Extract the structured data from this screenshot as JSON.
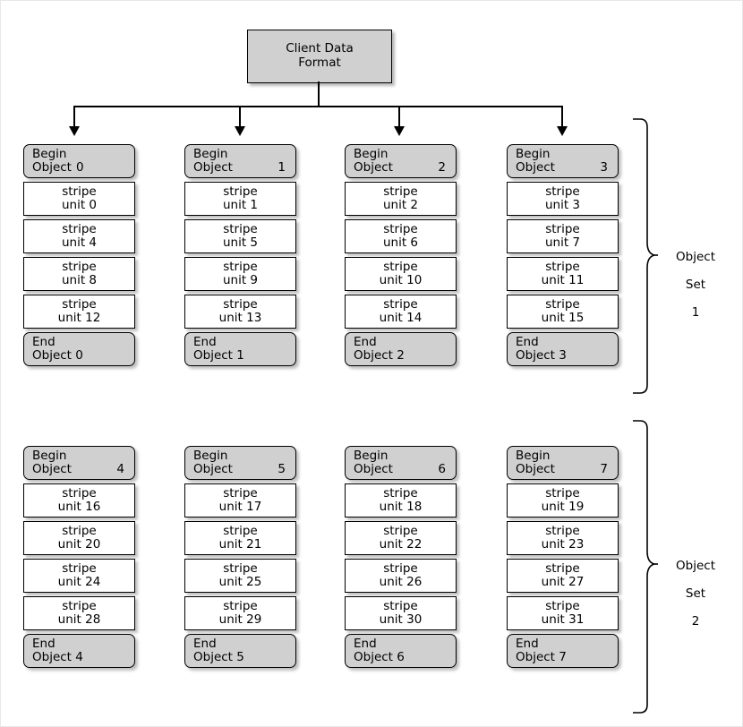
{
  "diagram": {
    "title": "Client Data Format",
    "root": {
      "line1": "Client Data",
      "line2": "Format"
    },
    "sets": [
      {
        "label": "Object\nSet\n1",
        "label_lines": [
          "Object",
          "Set",
          "1"
        ],
        "columns": [
          {
            "header": {
              "line1": "Begin",
              "word": "Object",
              "num": "0",
              "tight": true
            },
            "cells": [
              {
                "line1": "stripe",
                "line2": "unit 0"
              },
              {
                "line1": "stripe",
                "line2": "unit 4"
              },
              {
                "line1": "stripe",
                "line2": "unit 8"
              },
              {
                "line1": "stripe",
                "line2": "unit 12"
              }
            ],
            "footer": {
              "line1": "End",
              "line2": "Object 0"
            }
          },
          {
            "header": {
              "line1": "Begin",
              "word": "Object",
              "num": "1",
              "tight": false
            },
            "cells": [
              {
                "line1": "stripe",
                "line2": "unit 1"
              },
              {
                "line1": "stripe",
                "line2": "unit 5"
              },
              {
                "line1": "stripe",
                "line2": "unit 9"
              },
              {
                "line1": "stripe",
                "line2": "unit 13"
              }
            ],
            "footer": {
              "line1": "End",
              "line2": "Object 1"
            }
          },
          {
            "header": {
              "line1": "Begin",
              "word": "Object",
              "num": "2",
              "tight": false
            },
            "cells": [
              {
                "line1": "stripe",
                "line2": "unit 2"
              },
              {
                "line1": "stripe",
                "line2": "unit 6"
              },
              {
                "line1": "stripe",
                "line2": "unit 10"
              },
              {
                "line1": "stripe",
                "line2": "unit 14"
              }
            ],
            "footer": {
              "line1": "End",
              "line2": "Object 2"
            }
          },
          {
            "header": {
              "line1": "Begin",
              "word": "Object",
              "num": "3",
              "tight": false
            },
            "cells": [
              {
                "line1": "stripe",
                "line2": "unit 3"
              },
              {
                "line1": "stripe",
                "line2": "unit 7"
              },
              {
                "line1": "stripe",
                "line2": "unit 11"
              },
              {
                "line1": "stripe",
                "line2": "unit 15"
              }
            ],
            "footer": {
              "line1": "End",
              "line2": "Object 3"
            }
          }
        ]
      },
      {
        "label": "Object\nSet\n2",
        "label_lines": [
          "Object",
          "Set",
          "2"
        ],
        "columns": [
          {
            "header": {
              "line1": "Begin",
              "word": "Object",
              "num": "4",
              "tight": false
            },
            "cells": [
              {
                "line1": "stripe",
                "line2": "unit 16"
              },
              {
                "line1": "stripe",
                "line2": "unit 20"
              },
              {
                "line1": "stripe",
                "line2": "unit 24"
              },
              {
                "line1": "stripe",
                "line2": "unit 28"
              }
            ],
            "footer": {
              "line1": "End",
              "line2": "Object 4"
            }
          },
          {
            "header": {
              "line1": "Begin",
              "word": "Object",
              "num": "5",
              "tight": false
            },
            "cells": [
              {
                "line1": "stripe",
                "line2": "unit 17"
              },
              {
                "line1": "stripe",
                "line2": "unit 21"
              },
              {
                "line1": "stripe",
                "line2": "unit 25"
              },
              {
                "line1": "stripe",
                "line2": "unit 29"
              }
            ],
            "footer": {
              "line1": "End",
              "line2": "Object 5"
            }
          },
          {
            "header": {
              "line1": "Begin",
              "word": "Object",
              "num": "6",
              "tight": false
            },
            "cells": [
              {
                "line1": "stripe",
                "line2": "unit 18"
              },
              {
                "line1": "stripe",
                "line2": "unit 22"
              },
              {
                "line1": "stripe",
                "line2": "unit 26"
              },
              {
                "line1": "stripe",
                "line2": "unit 30"
              }
            ],
            "footer": {
              "line1": "End",
              "line2": "Object 6"
            }
          },
          {
            "header": {
              "line1": "Begin",
              "word": "Object",
              "num": "7",
              "tight": false
            },
            "cells": [
              {
                "line1": "stripe",
                "line2": "unit 19"
              },
              {
                "line1": "stripe",
                "line2": "unit 23"
              },
              {
                "line1": "stripe",
                "line2": "unit 27"
              },
              {
                "line1": "stripe",
                "line2": "unit 31"
              }
            ],
            "footer": {
              "line1": "End",
              "line2": "Object 7"
            }
          }
        ]
      }
    ],
    "colors": {
      "node_fill": "#d0d0d0",
      "cell_fill": "#ffffff",
      "stroke": "#000000",
      "background": "#ffffff"
    }
  }
}
